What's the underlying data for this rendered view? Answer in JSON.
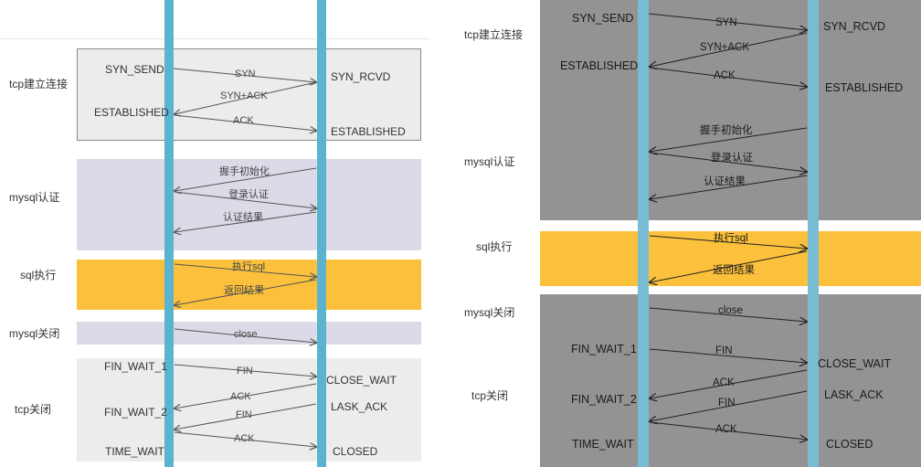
{
  "colors": {
    "lifeline": "#5ab4cf",
    "lifeline_dark": "#78bcd4",
    "sql_band": "#fbc13c",
    "mysql_band": "#dcdae6",
    "light_band": "#ececed",
    "gray_band": "#939393",
    "arrow": "#555555"
  },
  "left": {
    "phases": {
      "tcp_connect": "tcp建立连接",
      "mysql_auth": "mysql认证",
      "sql_exec": "sql执行",
      "mysql_close": "mysql关闭",
      "tcp_close": "tcp关闭"
    },
    "states": {
      "syn_send": "SYN_SEND",
      "syn_rcvd": "SYN_RCVD",
      "established_client": "ESTABLISHED",
      "established_server": "ESTABLISHED",
      "fin_wait_1": "FIN_WAIT_1",
      "close_wait": "CLOSE_WAIT",
      "fin_wait_2": "FIN_WAIT_2",
      "lask_ack": "LASK_ACK",
      "time_wait": "TIME_WAIT",
      "closed": "CLOSED"
    },
    "messages": {
      "syn": "SYN",
      "syn_ack": "SYN+ACK",
      "ack": "ACK",
      "handshake_init": "握手初始化",
      "login_auth": "登录认证",
      "auth_result": "认证结果",
      "exec_sql": "执行sql",
      "return_result": "返回结果",
      "close": "close",
      "fin1": "FIN",
      "ack2": "ACK",
      "fin2": "FIN",
      "ack3": "ACK"
    }
  },
  "right": {
    "phases": {
      "tcp_connect": "tcp建立连接",
      "mysql_auth": "mysql认证",
      "sql_exec": "sql执行",
      "mysql_close": "mysql关闭",
      "tcp_close": "tcp关闭"
    },
    "states": {
      "syn_send": "SYN_SEND",
      "syn_rcvd": "SYN_RCVD",
      "established_client": "ESTABLISHED",
      "established_server": "ESTABLISHED",
      "fin_wait_1": "FIN_WAIT_1",
      "close_wait": "CLOSE_WAIT",
      "fin_wait_2": "FIN_WAIT_2",
      "lask_ack": "LASK_ACK",
      "time_wait": "TIME_WAIT",
      "closed": "CLOSED"
    },
    "messages": {
      "syn": "SYN",
      "syn_ack": "SYN+ACK",
      "ack": "ACK",
      "handshake_init": "握手初始化",
      "login_auth": "登录认证",
      "auth_result": "认证结果",
      "exec_sql": "执行sql",
      "return_result": "返回结果",
      "close": "close",
      "fin1": "FIN",
      "ack2": "ACK",
      "fin2": "FIN",
      "ack3": "ACK"
    }
  }
}
